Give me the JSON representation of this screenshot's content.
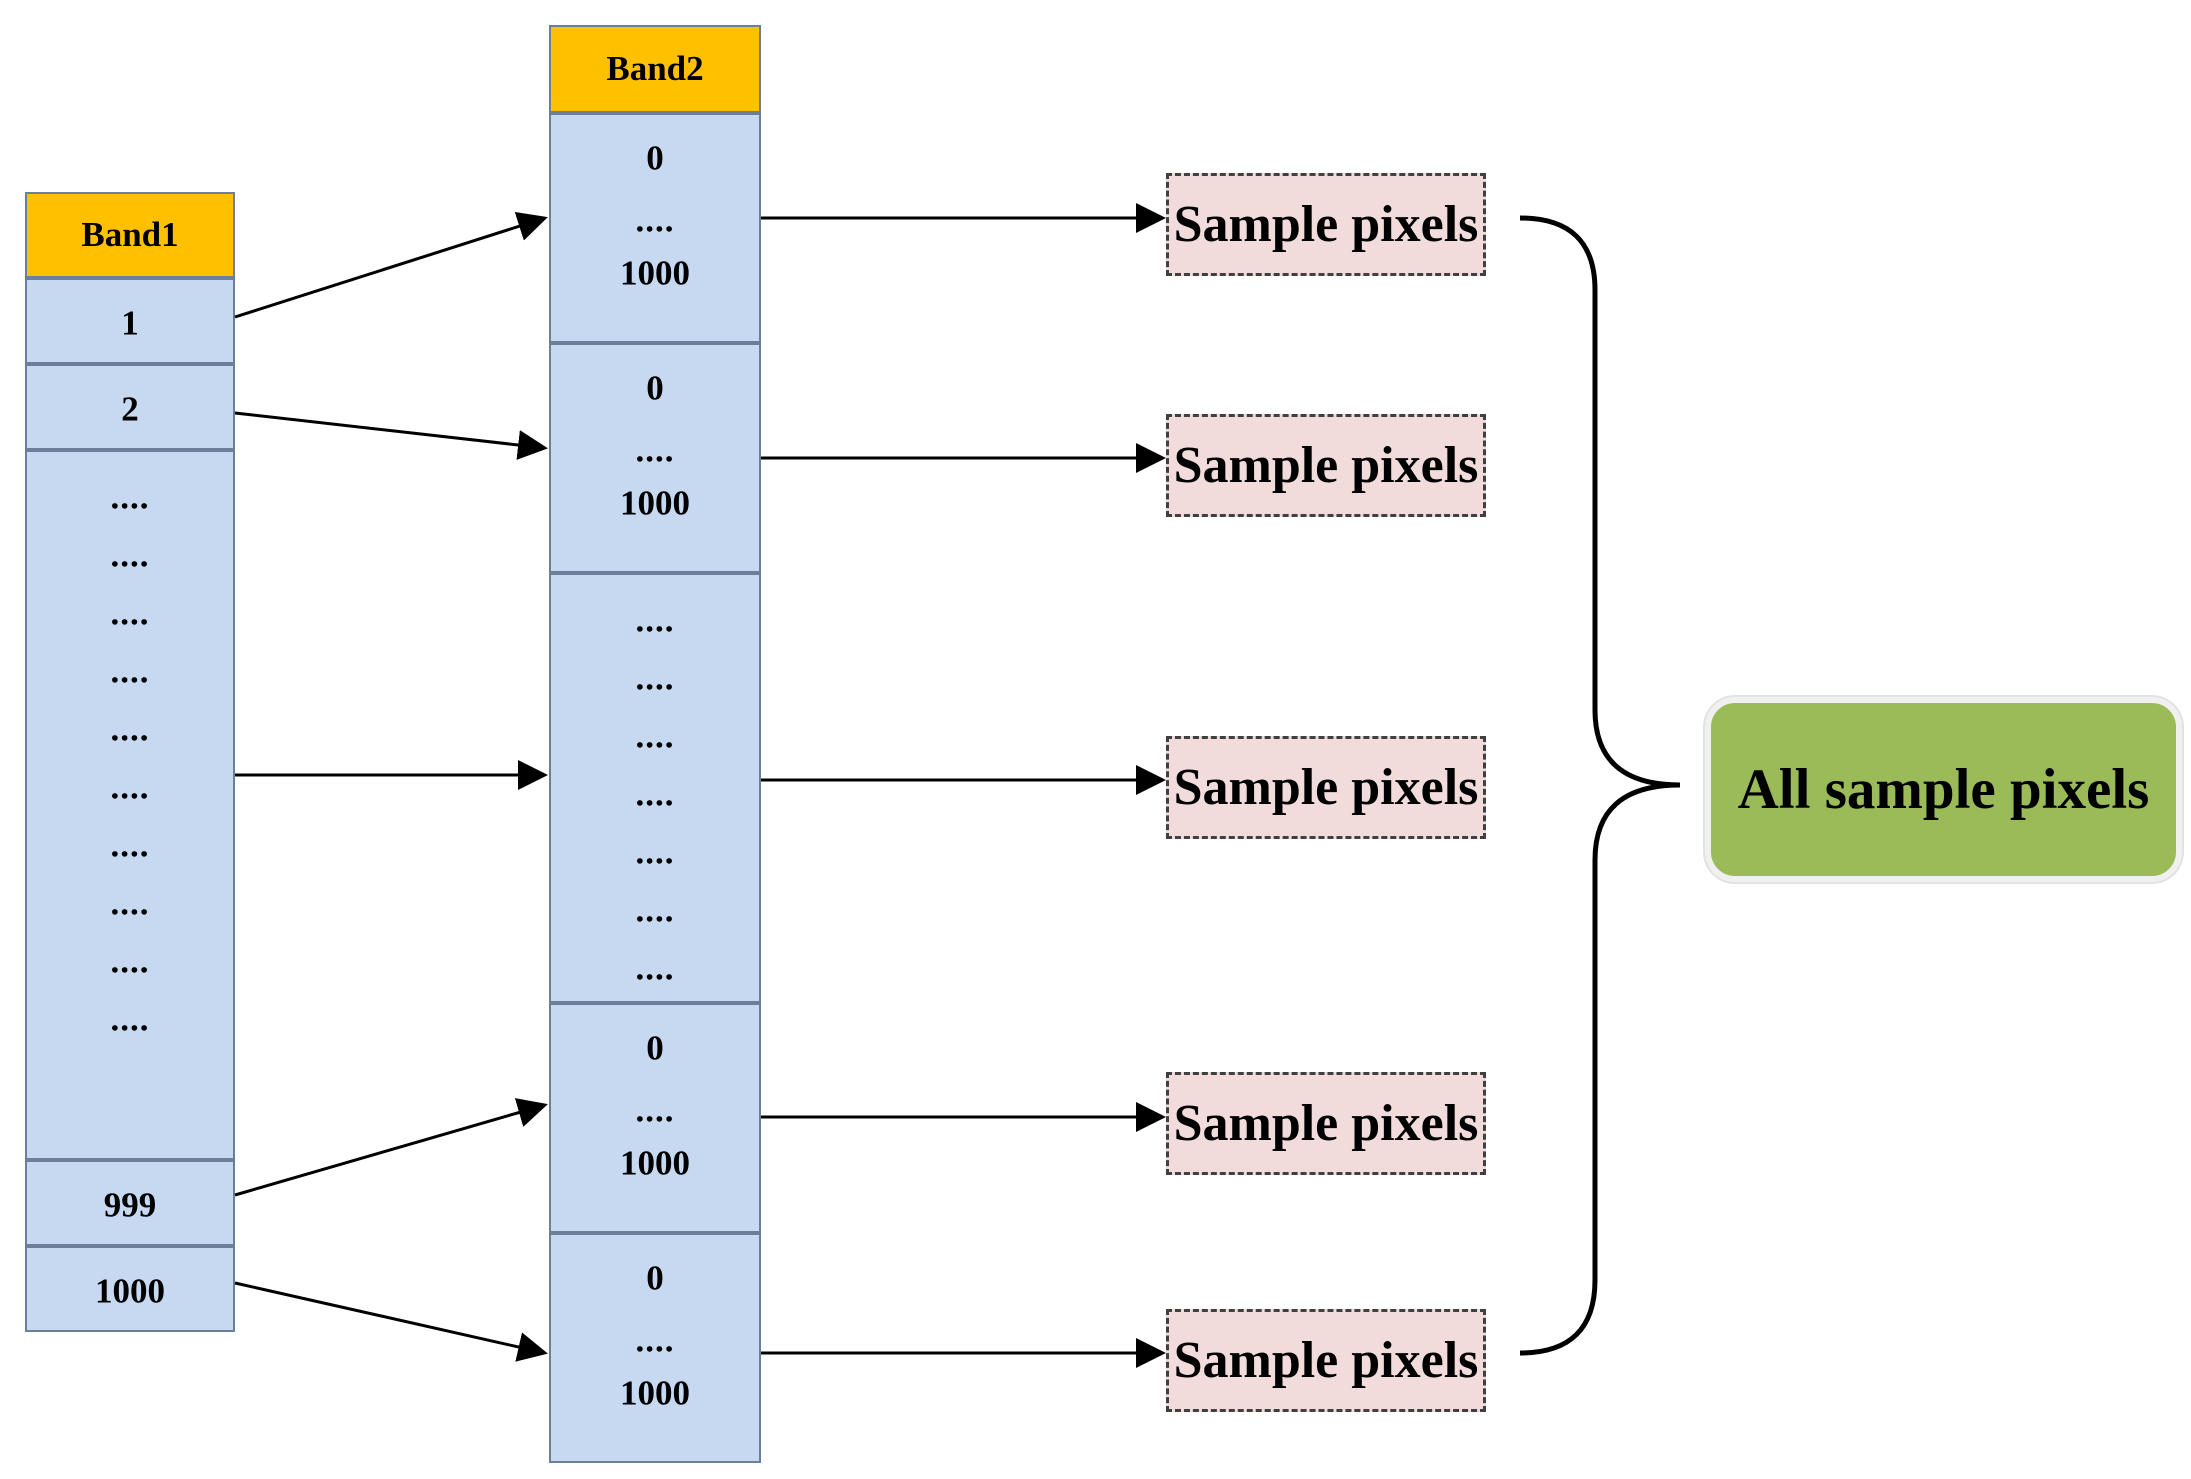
{
  "band1": {
    "header": "Band1",
    "cells": [
      {
        "values": [
          "1"
        ]
      },
      {
        "values": [
          "2"
        ]
      },
      {
        "values": [
          "....",
          "....",
          "....",
          "....",
          "....",
          "....",
          "....",
          "....",
          "....",
          "...."
        ]
      },
      {
        "values": [
          "999"
        ]
      },
      {
        "values": [
          "1000"
        ]
      }
    ]
  },
  "band2": {
    "header": "Band2",
    "cells": [
      {
        "values": [
          "0",
          "....",
          "1000"
        ]
      },
      {
        "values": [
          "0",
          "....",
          "1000"
        ]
      },
      {
        "values": [
          "....",
          "....",
          "....",
          "....",
          "....",
          "....",
          "...."
        ]
      },
      {
        "values": [
          "0",
          "....",
          "1000"
        ]
      },
      {
        "values": [
          "0",
          "....",
          "1000"
        ]
      }
    ]
  },
  "samples": [
    "Sample pixels",
    "Sample pixels",
    "Sample pixels",
    "Sample pixels",
    "Sample pixels"
  ],
  "result": "All sample pixels",
  "colors": {
    "header": "#FFC000",
    "cell": "#C6D9F1",
    "sample": "#F2DCDB",
    "result": "#9BBB59"
  }
}
